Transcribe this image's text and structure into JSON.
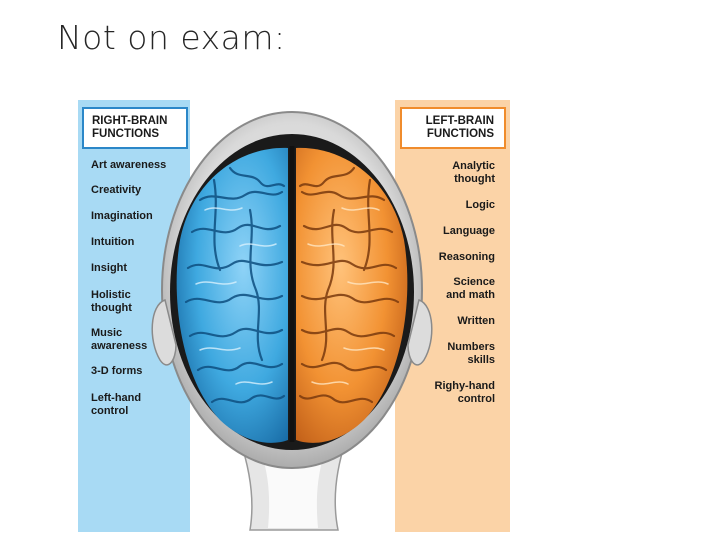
{
  "slide": {
    "title": "Not on exam:"
  },
  "right_panel": {
    "header": "RIGHT-BRAIN\nFUNCTIONS",
    "items": [
      "Art awareness",
      "Creativity",
      "Imagination",
      "Intuition",
      "Insight",
      "Holistic\nthought",
      "Music\nawareness",
      "3-D forms",
      "Left-hand\ncontrol"
    ]
  },
  "left_panel": {
    "header": "LEFT-BRAIN\nFUNCTIONS",
    "items": [
      "Analytic\nthought",
      "Logic",
      "Language",
      "Reasoning",
      "Science\nand math",
      "Written",
      "Numbers\nskills",
      "Righy-hand\ncontrol"
    ]
  },
  "colors": {
    "right_panel_bg": "#a8daf4",
    "left_panel_bg": "#fbd3a7",
    "right_hemisphere": "#3fa9e0",
    "left_hemisphere": "#f29233"
  }
}
